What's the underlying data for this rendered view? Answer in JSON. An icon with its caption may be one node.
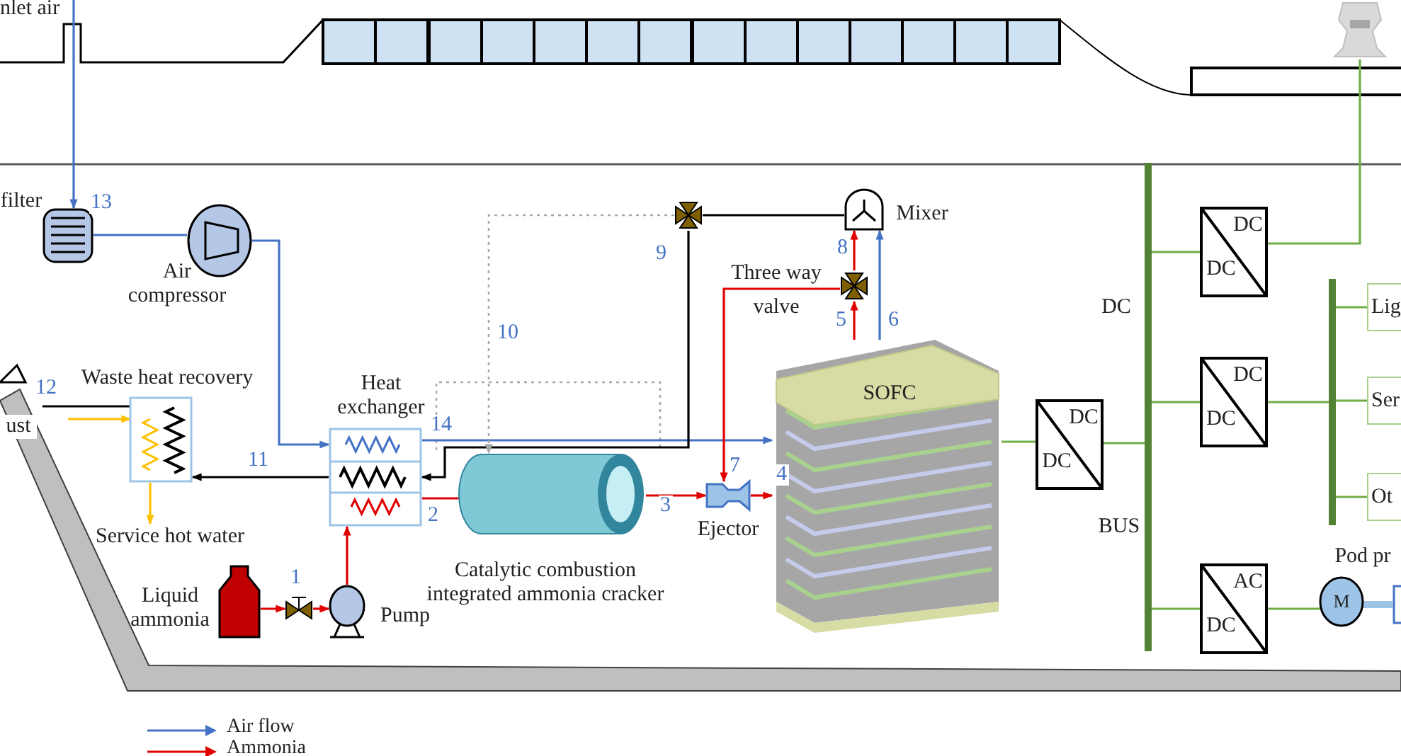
{
  "diagram": {
    "nodes": [
      {
        "text": [
          "filter"
        ]
      },
      {
        "text": [
          "Air compressor"
        ]
      },
      {
        "text": [
          "Heat exchanger"
        ]
      },
      {
        "text": [
          "Waste heat recovery"
        ]
      },
      {
        "text": [
          "Service hot water"
        ]
      },
      {
        "text": [
          "Liquid ammonia"
        ]
      },
      {
        "text": [],
        "shape": "valve"
      },
      {
        "text": [
          "Pump"
        ]
      },
      {
        "text": [
          "Catalytic combustion integrated ammonia cracker"
        ]
      },
      {
        "text": [
          "Ejector"
        ]
      },
      {
        "text": [
          "SOFC"
        ]
      },
      {
        "text": [
          "Three way valve"
        ]
      },
      {
        "text": [
          "Mixer"
        ]
      },
      {
        "text": [],
        "shape": "valve"
      },
      {
        "text": [
          "DC",
          "DC"
        ]
      },
      {
        "text": [],
        "shape": "bar",
        "beside": [
          "DC",
          "BUS"
        ]
      },
      {
        "text": [
          "DC",
          "DC"
        ]
      },
      {
        "text": [
          "DC",
          "DC"
        ]
      },
      {
        "text": [
          "AC",
          "DC"
        ]
      },
      {
        "text": [],
        "shape": "bar"
      },
      {
        "text": [
          "Lig"
        ]
      },
      {
        "text": [
          "Ser"
        ]
      },
      {
        "text": [
          "Ot"
        ]
      },
      {
        "text": [
          "M"
        ],
        "beside": [
          "Pod pr"
        ]
      },
      {
        "text": [],
        "shape": "box"
      },
      {
        "text": [],
        "shape": "picture"
      },
      {
        "text": [
          "ust"
        ]
      }
    ],
    "edges": [
      {
        "from": null,
        "to": 0,
        "arrow": "to",
        "label": "13",
        "color": "#4472c4"
      },
      {
        "from": 0,
        "to": 1,
        "arrow": "none",
        "color": "#4472c4"
      },
      {
        "from": 1,
        "to": 2,
        "arrow": "to",
        "color": "#4472c4"
      },
      {
        "from": 2,
        "to": 10,
        "arrow": "to",
        "label": "14",
        "color": "#4472c4"
      },
      {
        "from": 5,
        "to": 6,
        "arrow": "to",
        "color": "#e00000"
      },
      {
        "from": 6,
        "to": 7,
        "arrow": "to",
        "label": "1",
        "color": "#e00000"
      },
      {
        "from": 7,
        "to": 2,
        "arrow": "to",
        "color": "#e00000"
      },
      {
        "from": 2,
        "to": 8,
        "arrow": "none",
        "label": "2",
        "color": "#e00000"
      },
      {
        "from": 8,
        "to": 9,
        "arrow": "to",
        "label": "3",
        "color": "#e00000"
      },
      {
        "from": 9,
        "to": 10,
        "arrow": "to",
        "label": "4",
        "color": "#e00000"
      },
      {
        "from": 10,
        "to": 11,
        "arrow": "to",
        "label": "5",
        "color": "#e00000"
      },
      {
        "from": 11,
        "to": 12,
        "arrow": "to",
        "label": "8",
        "color": "#e00000"
      },
      {
        "from": 11,
        "to": 9,
        "arrow": "to",
        "label": "7",
        "color": "#e00000"
      },
      {
        "from": 10,
        "to": 12,
        "arrow": "to",
        "label": "6",
        "color": "#4472c4"
      },
      {
        "from": 12,
        "to": 13,
        "arrow": "none",
        "color": "#000000"
      },
      {
        "from": 13,
        "to": 2,
        "arrow": "to",
        "label": "9",
        "color": "#000000"
      },
      {
        "from": 13,
        "to": 8,
        "arrow": "to",
        "label": "10",
        "style": "dashed",
        "color": "#a6a6a6"
      },
      {
        "from": 2,
        "to": 3,
        "arrow": "to",
        "label": "11",
        "color": "#000000"
      },
      {
        "from": 3,
        "to": 26,
        "arrow": "none",
        "label": "12",
        "color": "#000000"
      },
      {
        "from": null,
        "to": 3,
        "arrow": "to",
        "color": "#ffc000"
      },
      {
        "from": 3,
        "to": 4,
        "arrow": "to",
        "color": "#ffc000"
      },
      {
        "from": 10,
        "to": 14,
        "arrow": "none"
      },
      {
        "from": 14,
        "to": 15,
        "arrow": "none"
      },
      {
        "from": 15,
        "to": 16,
        "arrow": "none"
      },
      {
        "from": 15,
        "to": 17,
        "arrow": "none"
      },
      {
        "from": 15,
        "to": 18,
        "arrow": "none"
      },
      {
        "from": 16,
        "to": 25,
        "arrow": "none"
      },
      {
        "from": 17,
        "to": 19,
        "arrow": "none"
      },
      {
        "from": 19,
        "to": 20,
        "arrow": "none"
      },
      {
        "from": 19,
        "to": 21,
        "arrow": "none"
      },
      {
        "from": 19,
        "to": 22,
        "arrow": "none"
      },
      {
        "from": 18,
        "to": 23,
        "arrow": "none"
      },
      {
        "from": 23,
        "to": 24,
        "arrow": "none",
        "style": "thick",
        "color": "#9dc3e6"
      }
    ],
    "labels": [
      "nlet air"
    ],
    "legend": [
      {
        "text": "Air flow"
      },
      {
        "text": "Ammonia"
      }
    ]
  }
}
